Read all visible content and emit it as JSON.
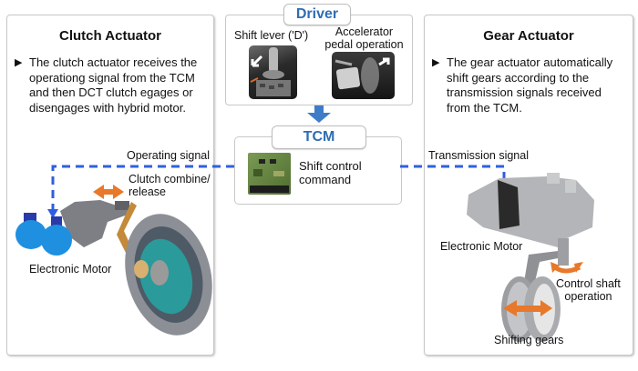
{
  "clutch_panel": {
    "title": "Clutch Actuator",
    "bullet_icon": "triangle-right-icon",
    "description": "The clutch actuator receives the operationg signal from the TCM and then DCT  clutch egages or disengages with hybrid motor.",
    "labels": {
      "operating_signal": "Operating signal",
      "clutch_combine_line1": "Clutch combine/",
      "clutch_combine_line2": "release",
      "electronic_motor": "Electronic Motor"
    }
  },
  "driver_panel": {
    "title": "Driver",
    "shift_lever_label": "Shift lever ('D')",
    "accelerator_label_line1": "Accelerator",
    "accelerator_label_line2": "pedal operation"
  },
  "tcm_panel": {
    "title": "TCM",
    "command_line1": "Shift control",
    "command_line2": "command"
  },
  "gear_panel": {
    "title": "Gear Actuator",
    "bullet_icon": "triangle-right-icon",
    "description": "The gear actuator automatically shift gears according to the transmission signals received from the TCM.",
    "labels": {
      "transmission_signal": "Transmission signal",
      "electronic_motor": "Electronic Motor",
      "control_shaft_line1": "Control shaft",
      "control_shaft_line2": "operation",
      "shifting_gears": "Shifting gears"
    }
  },
  "colors": {
    "accent_blue": "#2e6db4",
    "signal_blue": "#2f5fe0",
    "arrow_orange": "#e8782a",
    "motor_blue": "#1f8fe0"
  }
}
